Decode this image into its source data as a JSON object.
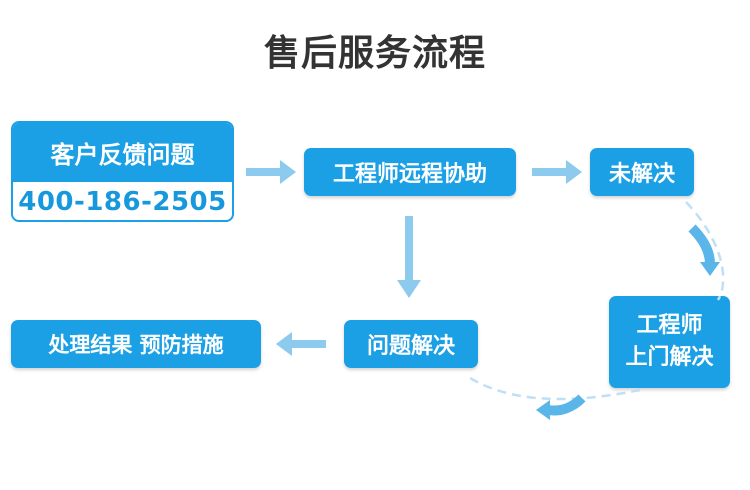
{
  "title": "售后服务流程",
  "nodes": {
    "feedback": "客户反馈问题",
    "phone": "400-186-2505",
    "remote": "工程师远程协助",
    "unresolved": "未解决",
    "onsite_line1": "工程师",
    "onsite_line2": "上门解决",
    "resolved": "问题解决",
    "outcome": "处理结果 预防措施"
  },
  "colors": {
    "box": "#1ba0e6",
    "arrow": "#8ccaee",
    "curve_dash": "#bfe0f4",
    "title": "#333333"
  }
}
